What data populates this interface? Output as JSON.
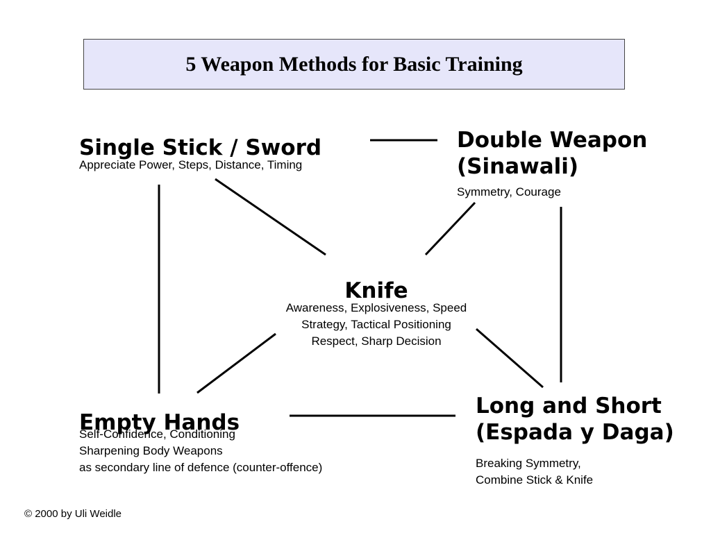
{
  "title": "5 Weapon Methods for Basic Training",
  "title_box_color": "#e6e6fa",
  "line_color": "#000000",
  "nodes": {
    "single_stick": {
      "heading": "Single Stick / Sword",
      "lines": [
        "Appreciate Power, Steps, Distance, Timing"
      ]
    },
    "double_weapon": {
      "heading_lines": [
        "Double Weapon",
        "(Sinawali)"
      ],
      "lines": [
        "Symmetry, Courage"
      ]
    },
    "knife": {
      "heading": "Knife",
      "lines": [
        "Awareness, Explosiveness, Speed",
        "Strategy, Tactical Positioning",
        "Respect, Sharp Decision"
      ]
    },
    "empty_hands": {
      "heading": "Empty Hands",
      "lines": [
        "Self-Confidence, Conditioning",
        "Sharpening Body Weapons",
        "as secondary line of defence (counter-offence)"
      ]
    },
    "long_short": {
      "heading_lines": [
        "Long and Short",
        "(Espada y Daga)"
      ],
      "lines": [
        "Breaking Symmetry,",
        "Combine Stick & Knife"
      ]
    }
  },
  "footer": {
    "copyright": "© 2000 by Uli Weidle"
  }
}
